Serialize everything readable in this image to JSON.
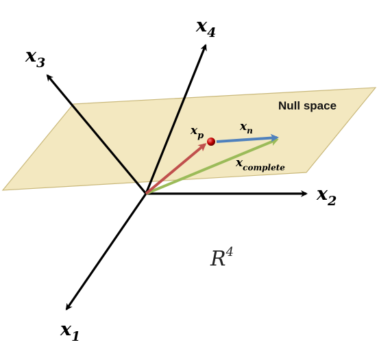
{
  "plane": {
    "label": "Null space",
    "fill": "#f3e8c0",
    "stroke": "#c9b87a"
  },
  "axes": {
    "x1": {
      "base": "x",
      "sub": "1"
    },
    "x2": {
      "base": "x",
      "sub": "2"
    },
    "x3": {
      "base": "x",
      "sub": "3"
    },
    "x4": {
      "base": "x",
      "sub": "4"
    }
  },
  "vectors": {
    "xp": {
      "base": "x",
      "sub": "p",
      "color": "#c0504d",
      "label_color": "#e01010"
    },
    "xn": {
      "base": "x",
      "sub": "n",
      "color": "#4f81bd",
      "label_color": "#1f3f8a"
    },
    "xc": {
      "base": "x",
      "sub": "complete",
      "color": "#9bbb59",
      "label_color": "#000000"
    }
  },
  "space": {
    "base": "R",
    "sup": "4"
  },
  "colors": {
    "axis": "#000000",
    "point": "#c00000"
  }
}
